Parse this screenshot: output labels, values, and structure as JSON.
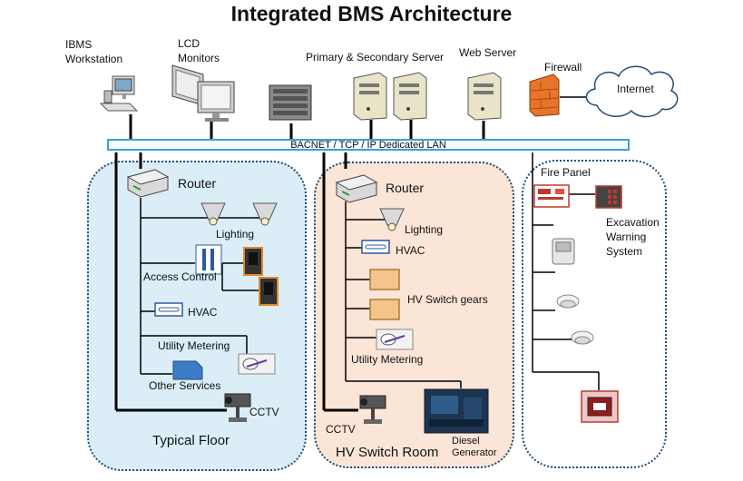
{
  "title": "Integrated BMS Architecture",
  "top_labels": {
    "ibms_workstation": "IBMS\nWorkstation",
    "lcd_monitors": "LCD\nMonitors",
    "servers": "Primary & Secondary Server",
    "web_server": "Web Server",
    "firewall": "Firewall",
    "internet": "Internet"
  },
  "lan_label": "BACNET / TCP / IP  Dedicated LAN",
  "typical_floor": {
    "zone_label": "Typical Floor",
    "router": "Router",
    "lighting": "Lighting",
    "access_control": "Access Control",
    "hvac": "HVAC",
    "utility_metering": "Utility Metering",
    "other_services": "Other Services",
    "cctv": "CCTV"
  },
  "hv_switch_room": {
    "zone_label": "HV Switch Room",
    "router": "Router",
    "lighting": "Lighting",
    "hvac": "HVAC",
    "hv_switch_gears": "HV Switch gears",
    "utility_metering": "Utility Metering",
    "cctv": "CCTV",
    "diesel_generator": "Diesel\nGenerator"
  },
  "fire_zone": {
    "fire_panel": "Fire Panel",
    "excavation_warning": "Excavation\nWarning\nSystem"
  },
  "colors": {
    "lan_border": "#39a0dc",
    "typical_floor_bg": "#dbeef7",
    "hv_room_bg": "#fbe5d6",
    "zone_border": "#1f4e79",
    "switchgear": "#f4c48a",
    "fire_red": "#c0392b"
  }
}
